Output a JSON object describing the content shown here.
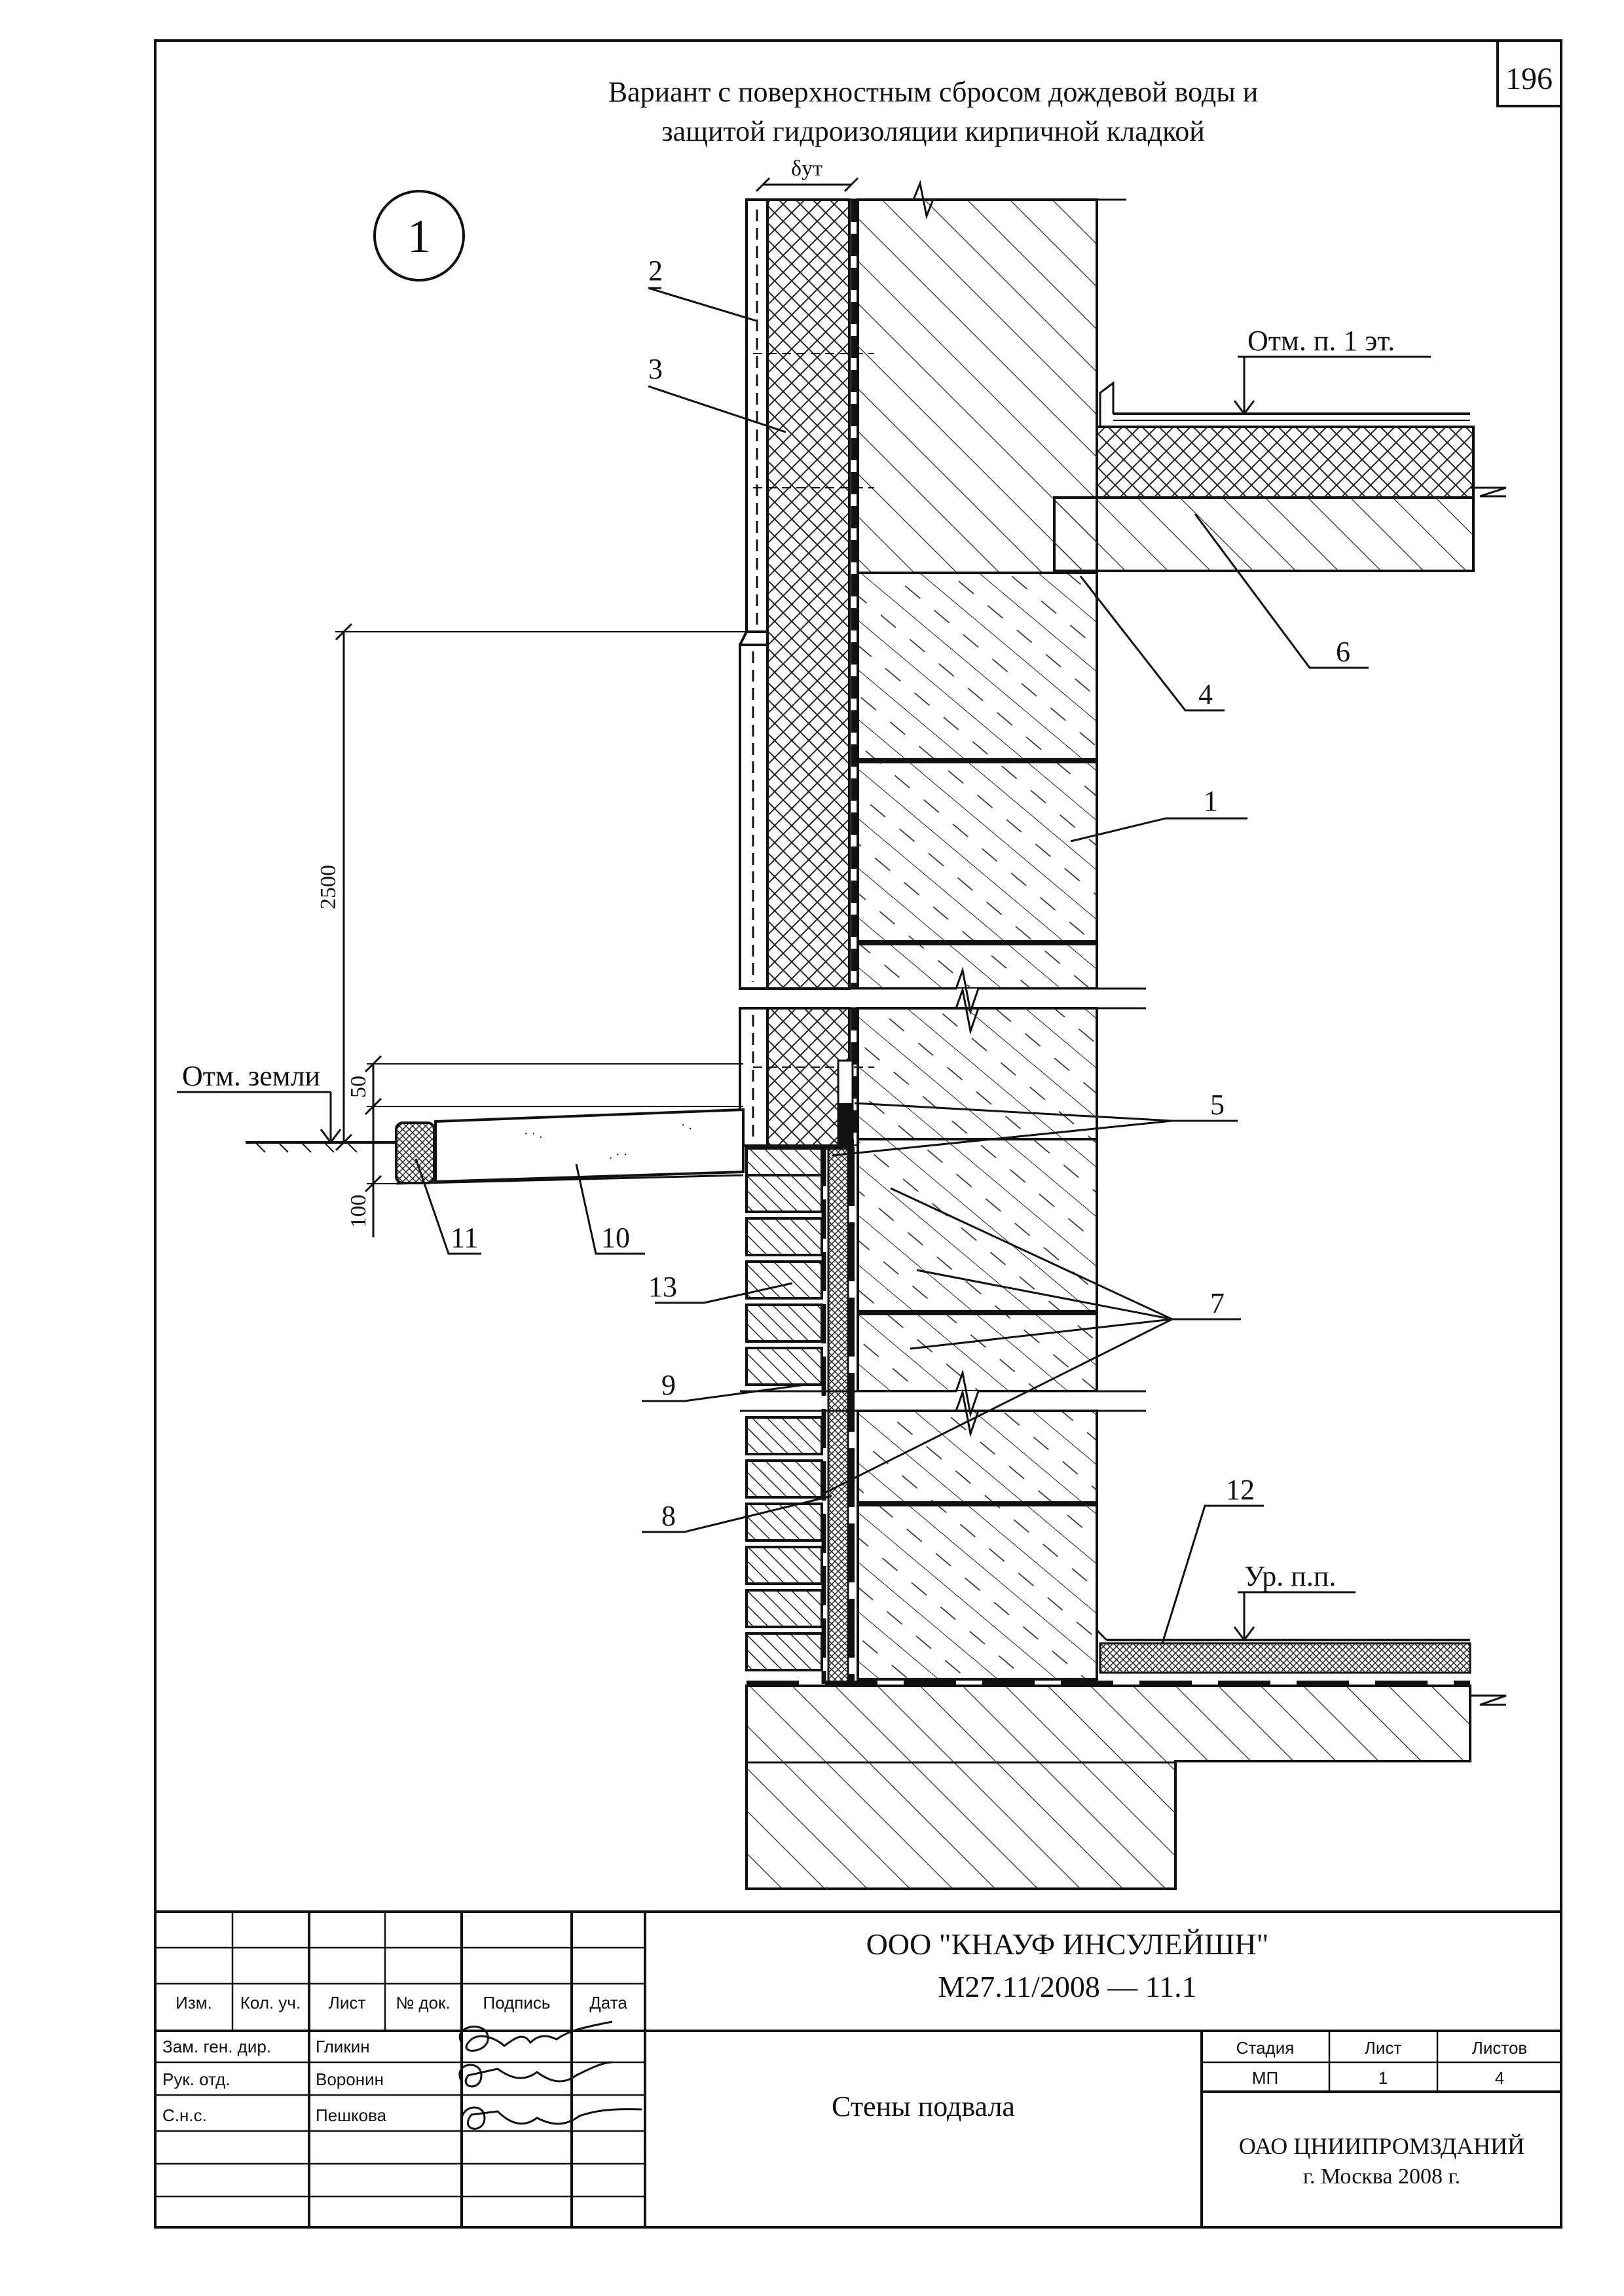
{
  "sheet_number": "196",
  "title": {
    "line1": "Вариант с поверхностным сбросом дождевой воды и",
    "line2": "защитой гидроизоляции кирпичной кладкой"
  },
  "detail_number": "1",
  "dimensions": {
    "insulation_thickness": "δут",
    "height_2500": "2500",
    "height_50": "50",
    "height_100": "100"
  },
  "levels": {
    "first_floor": "Отм. п. 1 эт.",
    "ground": "Отм. земли",
    "basement_floor": "Ур. п.п."
  },
  "callouts": [
    "1",
    "2",
    "3",
    "4",
    "5",
    "6",
    "7",
    "8",
    "9",
    "10",
    "11",
    "12",
    "13"
  ],
  "title_block": {
    "company": "ООО \"КНАУФ ИНСУЛЕЙШН\"",
    "doc_code": "М27.11/2008 — 11.1",
    "headers": [
      "Изм.",
      "Кол. уч.",
      "Лист",
      "№ док.",
      "Подпись",
      "Дата"
    ],
    "roles": [
      {
        "role": "Зам. ген. дир.",
        "name": "Гликин"
      },
      {
        "role": "Рук. отд.",
        "name": "Воронин"
      },
      {
        "role": "С.н.с.",
        "name": "Пешкова"
      }
    ],
    "drawing_title": "Стены подвала",
    "stage_label": "Стадия",
    "sheet_label": "Лист",
    "sheets_label": "Листов",
    "stage": "МП",
    "sheet": "1",
    "sheets": "4",
    "org_line1": "ОАО ЦНИИПРОМЗДАНИЙ",
    "org_line2": "г. Москва 2008 г."
  }
}
